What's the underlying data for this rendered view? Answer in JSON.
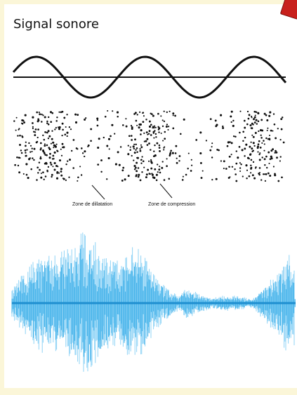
{
  "title": "Signal sonore",
  "labels": {
    "rarefaction": "Zone de dillatation",
    "compression": "Zone de compression"
  },
  "colors": {
    "background": "#ffffff",
    "ink": "#111111",
    "waveform": "#3aaee8",
    "waveform_light": "#8fd3f6",
    "accent": "#c8201c"
  },
  "icons": [
    "document-corner-mark"
  ]
}
